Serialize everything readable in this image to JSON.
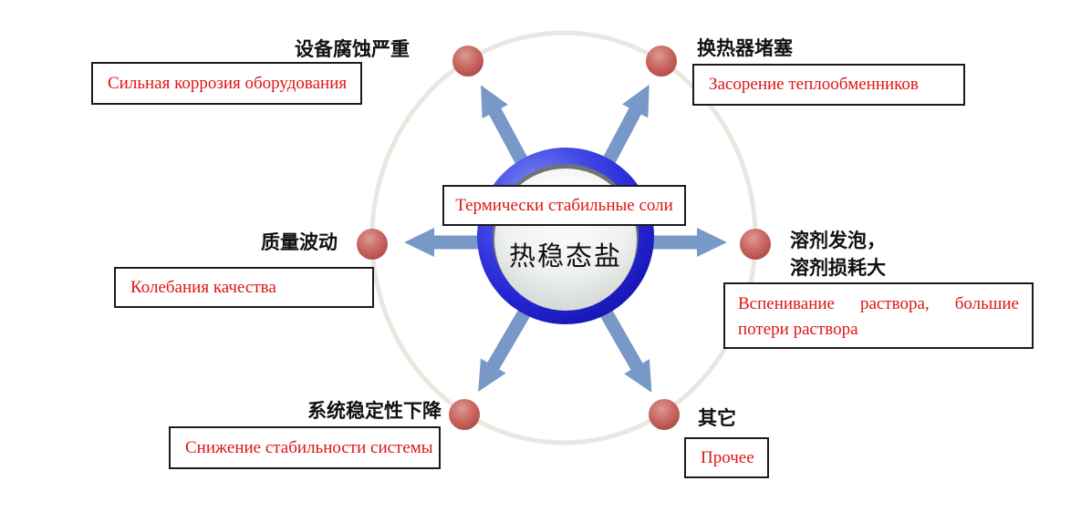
{
  "center": {
    "label_cn": "热稳态盐",
    "label_ru": "Термически стабильные соли"
  },
  "nodes": [
    {
      "id": "equipment-corrosion",
      "position": "top-left",
      "label_cn": "设备腐蚀严重",
      "label_ru": "Сильная коррозия оборудования"
    },
    {
      "id": "heat-exchanger-plugging",
      "position": "top-right",
      "label_cn": "换热器堵塞",
      "label_ru": "Засорение теплообменников"
    },
    {
      "id": "quality-fluctuation",
      "position": "left",
      "label_cn": "质量波动",
      "label_ru": "Колебания качества"
    },
    {
      "id": "solvent-foaming",
      "position": "right",
      "label_cn_line1": "溶剂发泡，",
      "label_cn_line2": "溶剂损耗大",
      "label_ru_line1": "Вспенивание раствора, большие",
      "label_ru_line2": "потери раствора"
    },
    {
      "id": "system-stability-decline",
      "position": "bottom-left",
      "label_cn": "系统稳定性下降",
      "label_ru": "Снижение стабильности системы"
    },
    {
      "id": "other",
      "position": "bottom-right",
      "label_cn": "其它",
      "label_ru": "Прочее"
    }
  ],
  "colors": {
    "label_text_red": "#e01414",
    "arrow_blue": "#7899c7",
    "sphere_blue": "#2323d2",
    "dot_red": "#c0504d",
    "outer_ring_gray": "#e9e7df",
    "box_border": "#1b1b1b"
  }
}
